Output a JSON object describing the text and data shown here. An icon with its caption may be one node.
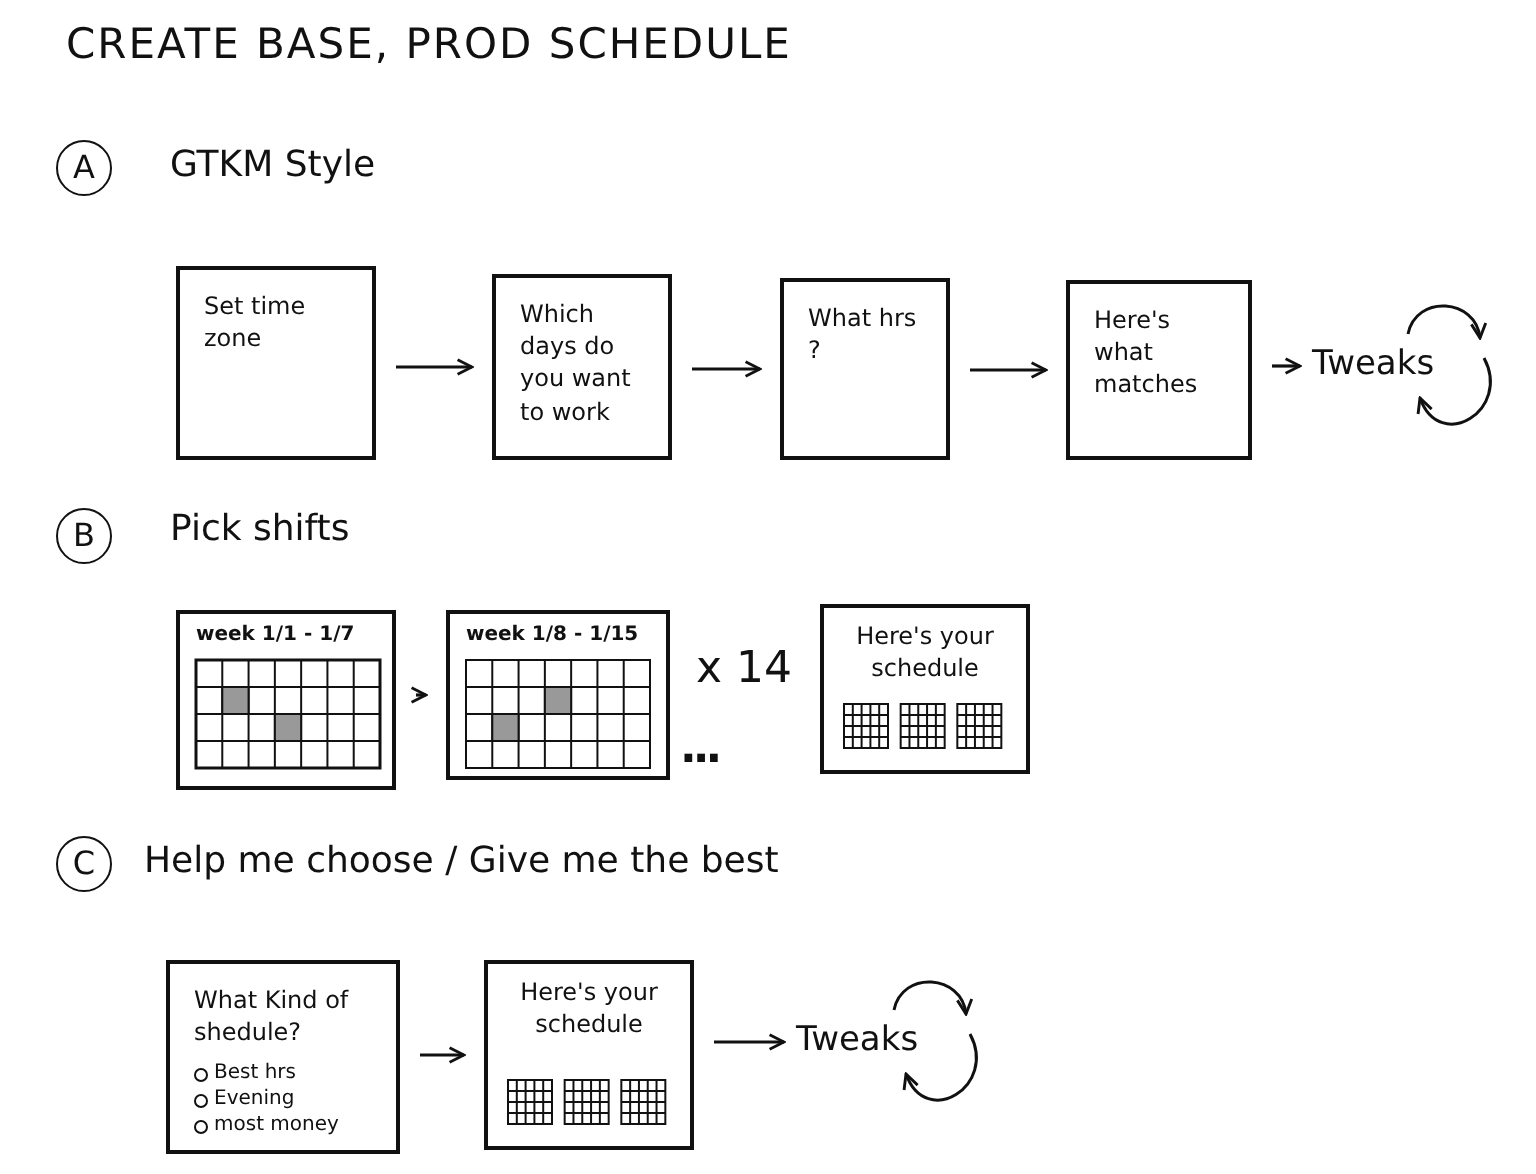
{
  "diagram": {
    "title": "CREATE BASE, PROD SCHEDULE",
    "nodes": [
      {
        "text": [
          "Set time zone"
        ]
      },
      {
        "text": [
          "Which days do you want to work"
        ]
      },
      {
        "text": [
          "What hrs ?"
        ]
      },
      {
        "text": [
          "Here's what matches"
        ]
      },
      {
        "text": [
          "Tweaks"
        ]
      },
      {
        "text": [
          "week 1/1 - 1/7"
        ]
      },
      {
        "text": [
          "week 1/8 - 1/15"
        ]
      },
      {
        "text": [
          "Here's your schedule"
        ]
      },
      {
        "text": [
          "What Kind of shedule?",
          "Best hrs",
          "Evening",
          "most money"
        ]
      },
      {
        "text": [
          "Here's your schedule"
        ]
      },
      {
        "text": [
          "Tweaks"
        ]
      }
    ],
    "edges": [
      {
        "from": 0,
        "to": 1,
        "arrow": "to"
      },
      {
        "from": 1,
        "to": 2,
        "arrow": "to"
      },
      {
        "from": 2,
        "to": 3,
        "arrow": "to"
      },
      {
        "from": 3,
        "to": 4,
        "arrow": "to"
      },
      {
        "from": 5,
        "to": 6,
        "arrow": "to"
      },
      {
        "from": 8,
        "to": 9,
        "arrow": "to"
      },
      {
        "from": 9,
        "to": 10,
        "arrow": "to"
      }
    ],
    "labels": [
      "A",
      "GTKM Style",
      "B",
      "Pick shifts",
      "x 14",
      "...",
      "C",
      "Help me choose / Give me the best"
    ]
  }
}
